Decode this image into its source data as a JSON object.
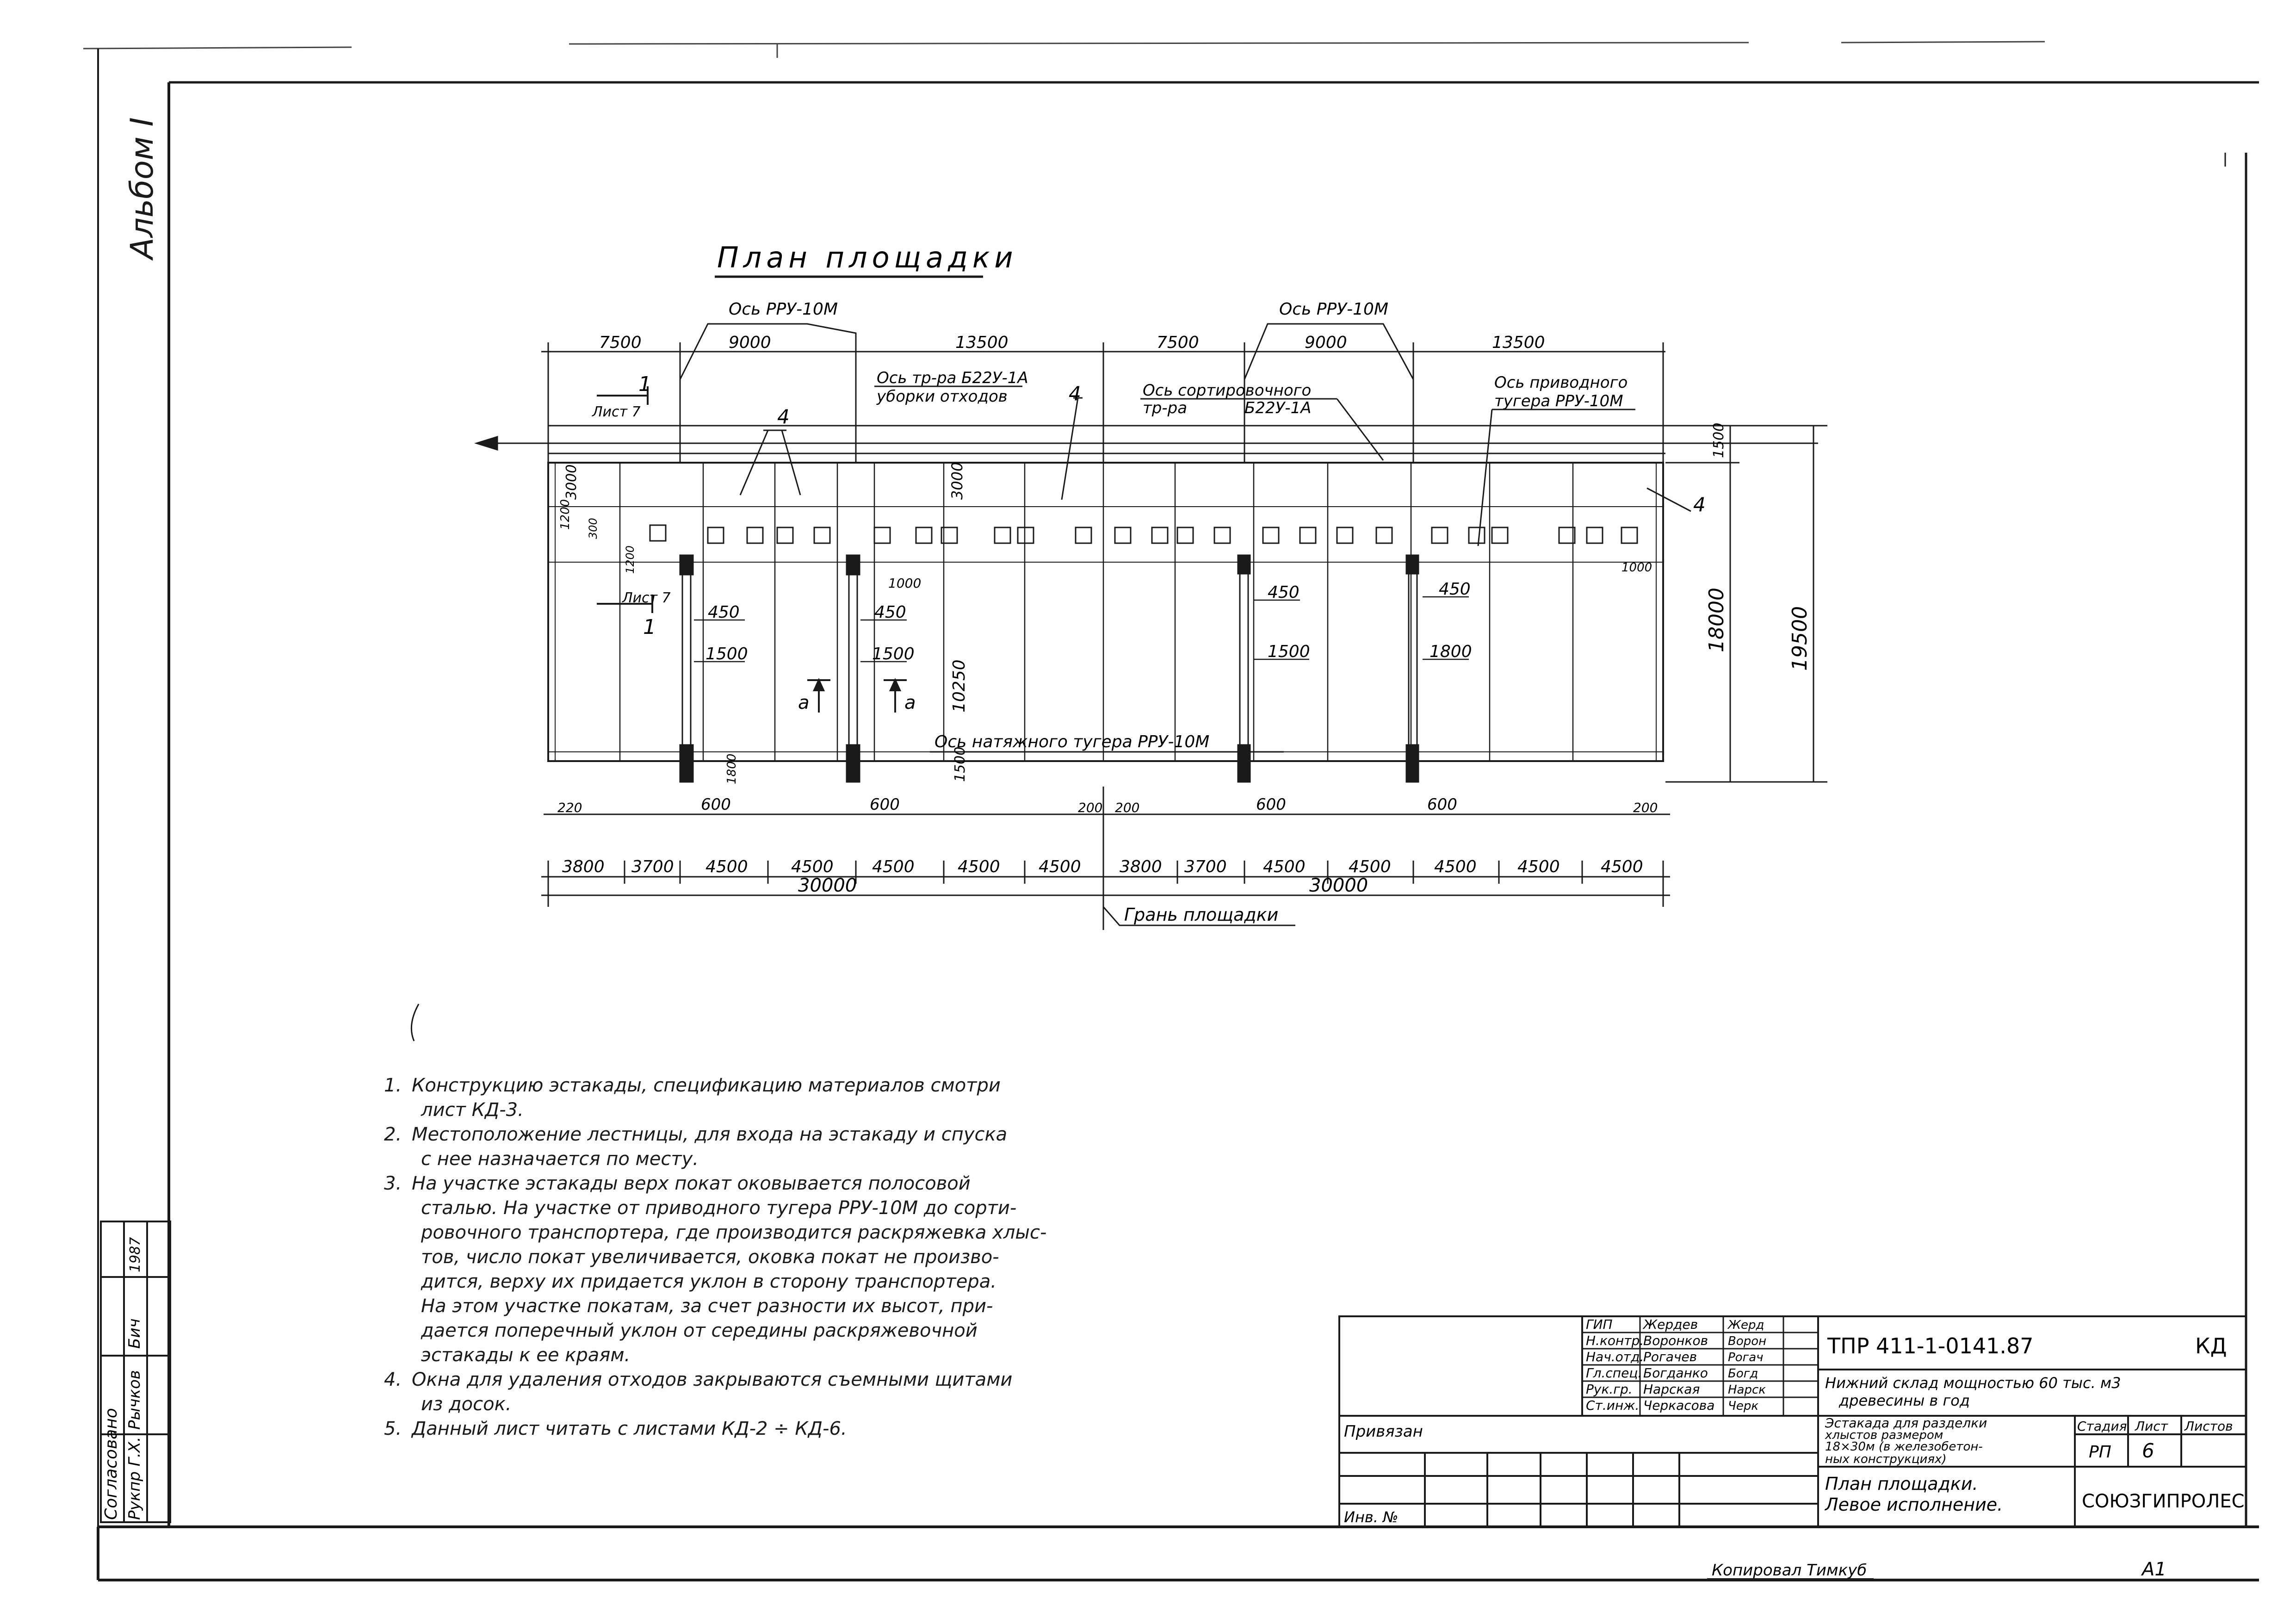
{
  "sheet": {
    "album": "Альбом I",
    "side_stamp": [
      "Согласовано",
      "Рукпр Г.Х.",
      "Рычков",
      "Бич"
    ],
    "side_stamp_date": "1987",
    "signature": "Копировал Тимкуб",
    "format_mark": "А1"
  },
  "plan": {
    "title": "План площадки",
    "top_dims": [
      "7500",
      "9000",
      "13500",
      "7500",
      "9000",
      "13500"
    ],
    "bottom_dims": [
      "3800",
      "3700",
      "4500",
      "4500",
      "4500",
      "4500",
      "4500",
      "3800",
      "3700",
      "4500",
      "4500",
      "4500",
      "4500",
      "4500"
    ],
    "totals": [
      "30000",
      "30000"
    ],
    "edge_label": "Грань площадки",
    "axis_labels": {
      "rru_left": "Ось РРУ-10М",
      "rru_right": "Ось РРУ-10М",
      "waste_conveyor": "Ось тр-ра Б22У-1А уборки отходов",
      "sorting_conveyor": "Ось сортировочного тр-ра Б22У-1А",
      "drive_tuger": "Ось приводного тугера РРУ-10М",
      "tension_tuger": "Ось натяжного тугера РРУ-10М"
    },
    "right_dims": [
      "1500",
      "18000",
      "19500"
    ],
    "inner_dims": [
      "3000",
      "1200",
      "300",
      "1200",
      "450",
      "1500",
      "1000",
      "450",
      "1500",
      "10250",
      "3000",
      "1500",
      "600",
      "450",
      "1500",
      "600",
      "1800",
      "1000",
      "200",
      "1800"
    ],
    "edge_dims": [
      "220",
      "200",
      "200",
      "200"
    ],
    "markers": {
      "section": "1",
      "sheet_ref": "Лист 7",
      "callout": "4",
      "view": "а"
    }
  },
  "notes": [
    {
      "num": "1.",
      "lines": [
        "Конструкцию эстакады, спецификацию материалов смотри",
        "лист КД-3."
      ]
    },
    {
      "num": "2.",
      "lines": [
        "Местоположение лестницы, для входа на эстакаду и спуска",
        "с нее назначается по месту."
      ]
    },
    {
      "num": "3.",
      "lines": [
        "На участке эстакады верх покат оковывается полосовой",
        "сталью. На участке от приводного тугера РРУ-10М до сорти-",
        "ровочного транспортера, где производится раскряжевка хлыс-",
        "тов, число покат увеличивается, оковка покат не произво-",
        "дится, верху их придается уклон в сторону транспортера.",
        "На этом участке покатам, за счет разности их высот, при-",
        "дается поперечный уклон от середины раскряжевочной",
        "эстакады к ее краям."
      ]
    },
    {
      "num": "4.",
      "lines": [
        "Окна для удаления отходов закрываются съемными щитами",
        "из досок."
      ]
    },
    {
      "num": "5.",
      "lines": [
        "Данный лист читать с листами КД-2 ÷ КД-6."
      ]
    }
  ],
  "title_block": {
    "doc_number": "ТПР 411-1-0141.87",
    "mark": "КД",
    "roles": [
      {
        "role": "ГИП",
        "name": "Жердев",
        "sign": "Жерд"
      },
      {
        "role": "Н.контр.",
        "name": "Воронков",
        "sign": "Ворон"
      },
      {
        "role": "Нач.отд.",
        "name": "Рогачев",
        "sign": "Рогач"
      },
      {
        "role": "Гл.спец.",
        "name": "Богданко",
        "sign": "Богд"
      },
      {
        "role": "Рук.гр.",
        "name": "Нарская",
        "sign": "Нарск"
      },
      {
        "role": "Ст.инж.",
        "name": "Черкасова",
        "sign": "Черк"
      }
    ],
    "project": "Нижний склад мощностью 60 тыс. м3 древесины в год",
    "object": "Эстакада для разделки хлыстов размером 18×30м (в железобетонных конструкциях)",
    "sheet_title": "План площадки. Левое исполнение.",
    "stage_header": "Стадия",
    "sheet_header": "Лист",
    "sheets_header": "Листов",
    "stage": "РП",
    "sheet_no": "6",
    "sheets_total": "",
    "organization": "СОЮЗГИПРОЛЕС",
    "privyazan": "Привязан",
    "inv": "Инв. №"
  }
}
